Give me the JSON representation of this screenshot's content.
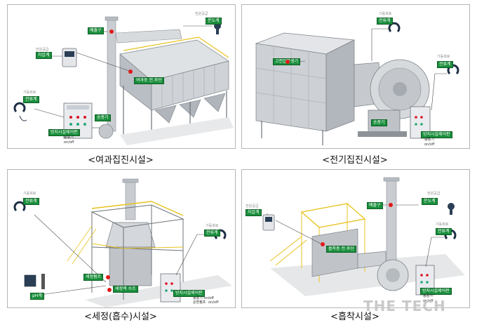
{
  "captions": {
    "filter": "<여과집진시설>",
    "electric": "<전기집진시설>",
    "wash": "<세정(흡수)시설>",
    "adsorb": "<흡착시설>"
  },
  "filter_panel": {
    "stack_tag": "배출구",
    "temp_tag": "온도계",
    "temp_small": "전원공급",
    "diff_tag": "차압계",
    "diff_small": "전원공급",
    "bag_tag": "여과포 전.후단",
    "flow_tag": "전류계",
    "flow_small": "기동회로",
    "fan_tag": "송풍기",
    "ctrl_tag": "방지시설제어판",
    "ctrl_note_1": "송풍기",
    "ctrl_note_2": "on/off"
  },
  "electric_panel": {
    "flow_tag_top": "전류계",
    "flow_small_top": "기동회로",
    "hv_tag": "고전압발생기",
    "flow_tag_right": "전류계",
    "flow_small_right": "기동회로",
    "fan_tag": "송풍기",
    "ctrl_tag": "방지시설제어판",
    "ctrl_note_1": "송풍기",
    "ctrl_note_2": "on/off"
  },
  "wash_panel": {
    "flow_tag": "전류계",
    "flow_small": "기동회로",
    "flow_tag_right": "전류계",
    "flow_small_right": "기동회로",
    "pump_tag": "세정펌프",
    "level_tag": "세정액 수조",
    "ph_tag": "pH계",
    "ctrl_tag": "방지시설제어판",
    "ctrl_note_1": "송풍기 on/off",
    "ctrl_note_2": "순환펌프",
    "ctrl_note_3": "on/off"
  },
  "adsorb_panel": {
    "diff_tag": "차압계",
    "diff_small": "전원공급",
    "stack_tag": "배출구",
    "temp_tag": "온도계",
    "temp_small": "전원공급",
    "bed_tag": "흡착층 전.후단",
    "flow_tag": "전류계",
    "flow_small": "기동회로",
    "ctrl_tag": "방지시설제어판",
    "ctrl_note_1": "송풍기",
    "ctrl_note_2": "on/off"
  },
  "watermark": "THE TECH"
}
